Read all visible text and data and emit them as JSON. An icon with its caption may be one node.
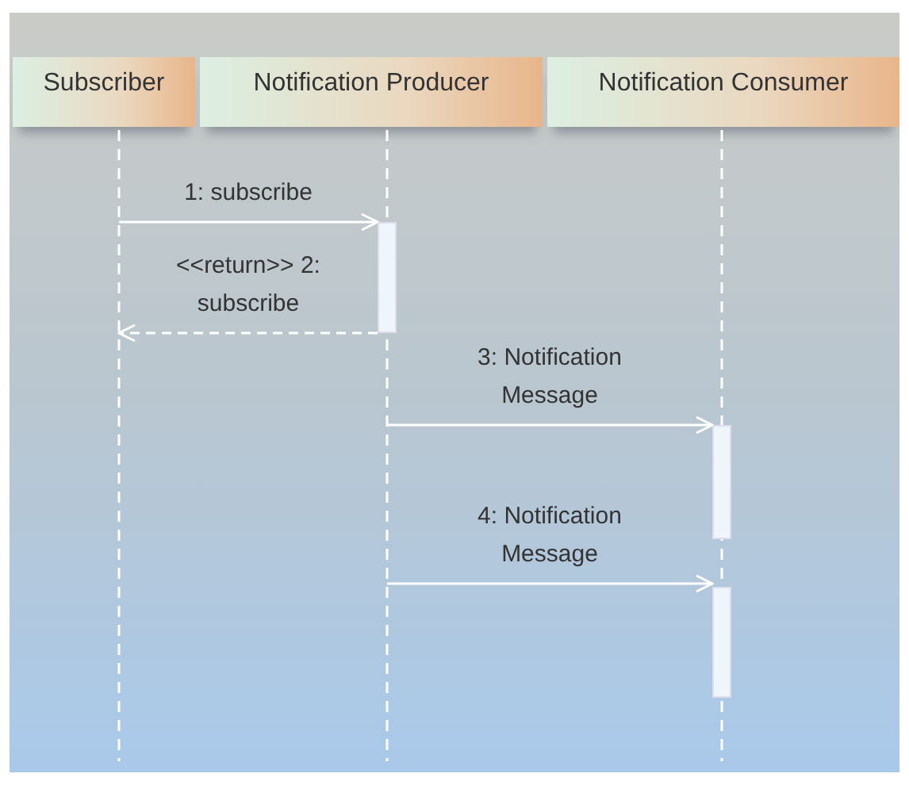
{
  "diagram": {
    "nodes": [
      {
        "text": [
          "Subscriber"
        ]
      },
      {
        "text": [
          "Notification Producer"
        ]
      },
      {
        "text": [
          "Notification Consumer"
        ]
      },
      {
        "text": [],
        "shape": "line"
      },
      {
        "text": [],
        "shape": "line"
      },
      {
        "text": [],
        "shape": "line"
      },
      {
        "text": [],
        "shape": "bar",
        "in": 4
      },
      {
        "text": [],
        "shape": "bar",
        "in": 5
      },
      {
        "text": [],
        "shape": "bar",
        "in": 5
      }
    ],
    "edges": [
      {
        "from": 3,
        "to": 6,
        "arrow": "to",
        "label": "1: subscribe"
      },
      {
        "from": 6,
        "to": 3,
        "arrow": "to",
        "label": "<<return>> 2: subscribe",
        "style": "dashed"
      },
      {
        "from": 4,
        "to": 7,
        "arrow": "to",
        "label": "3: Notification Message"
      },
      {
        "from": 4,
        "to": 8,
        "arrow": "to",
        "label": "4: Notification Message"
      }
    ]
  }
}
